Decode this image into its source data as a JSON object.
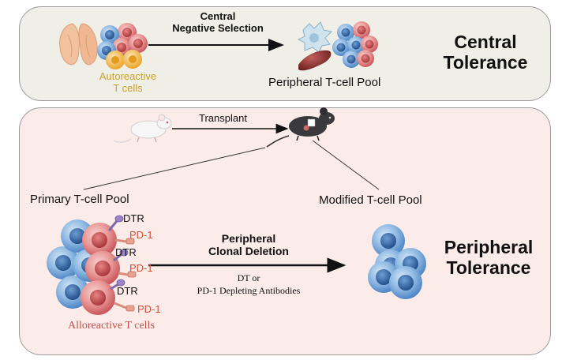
{
  "central": {
    "autoreactive_line1": "Autoreactive",
    "autoreactive_line2": "T cells",
    "arrow_label_line1": "Central",
    "arrow_label_line2": "Negative Selection",
    "pool_label": "Peripheral T-cell Pool",
    "tolerance_line1": "Central",
    "tolerance_line2": "Tolerance"
  },
  "peripheral": {
    "transplant_label": "Transplant",
    "primary_pool_label": "Primary T-cell Pool",
    "modified_pool_label": "Modified T-cell Pool",
    "receptor_labels": [
      {
        "dtr": "DTR",
        "pd1": "PD-1"
      },
      {
        "dtr": "DTR",
        "pd1": "PD-1"
      },
      {
        "dtr": "DTR",
        "pd1": "PD-1"
      }
    ],
    "alloreactive_label": "Alloreactive T cells",
    "deletion_line1": "Peripheral",
    "deletion_line2": "Clonal Deletion",
    "method_line1": "DT  or",
    "method_line2": "PD-1 Depleting Antibodies",
    "tolerance_line1": "Peripheral",
    "tolerance_line2": "Tolerance"
  },
  "colors": {
    "autoreactive_text": "#c9a227",
    "pd1_text": "#d2503a",
    "alloreactive_text": "#c0504d",
    "top_panel_bg": "#efefe8",
    "bottom_panel_bg": "#fbecea",
    "cell_blue": "#4f86c6",
    "cell_red": "#d9666a",
    "cell_yellow": "#f0b840"
  }
}
